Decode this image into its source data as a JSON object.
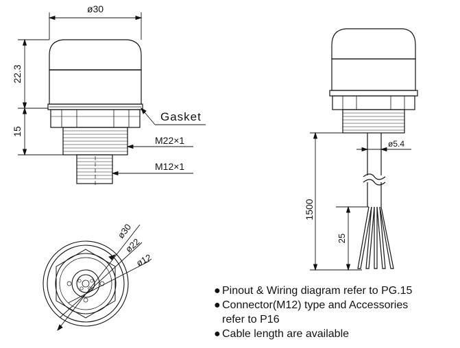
{
  "labels": {
    "dia30_top": "ø30",
    "h_22_3": "22.3",
    "h_15": "15",
    "gasket": "Gasket",
    "thread_m22": "M22×1",
    "thread_m12": "M12×1",
    "bottom_dia30": "ø30",
    "bottom_dia22": "ø22",
    "bottom_dia12": "ø12",
    "cable_dia": "ø5.4",
    "cable_len_1500": "1500",
    "strip_len_25": "25"
  },
  "notes": {
    "note1": "Pinout & Wiring diagram refer to PG.15",
    "note2_line1": "Connector(M12)  type and Accessories",
    "note2_line2": "refer to P16",
    "note3": "Cable length are available",
    "bullet": "●"
  }
}
